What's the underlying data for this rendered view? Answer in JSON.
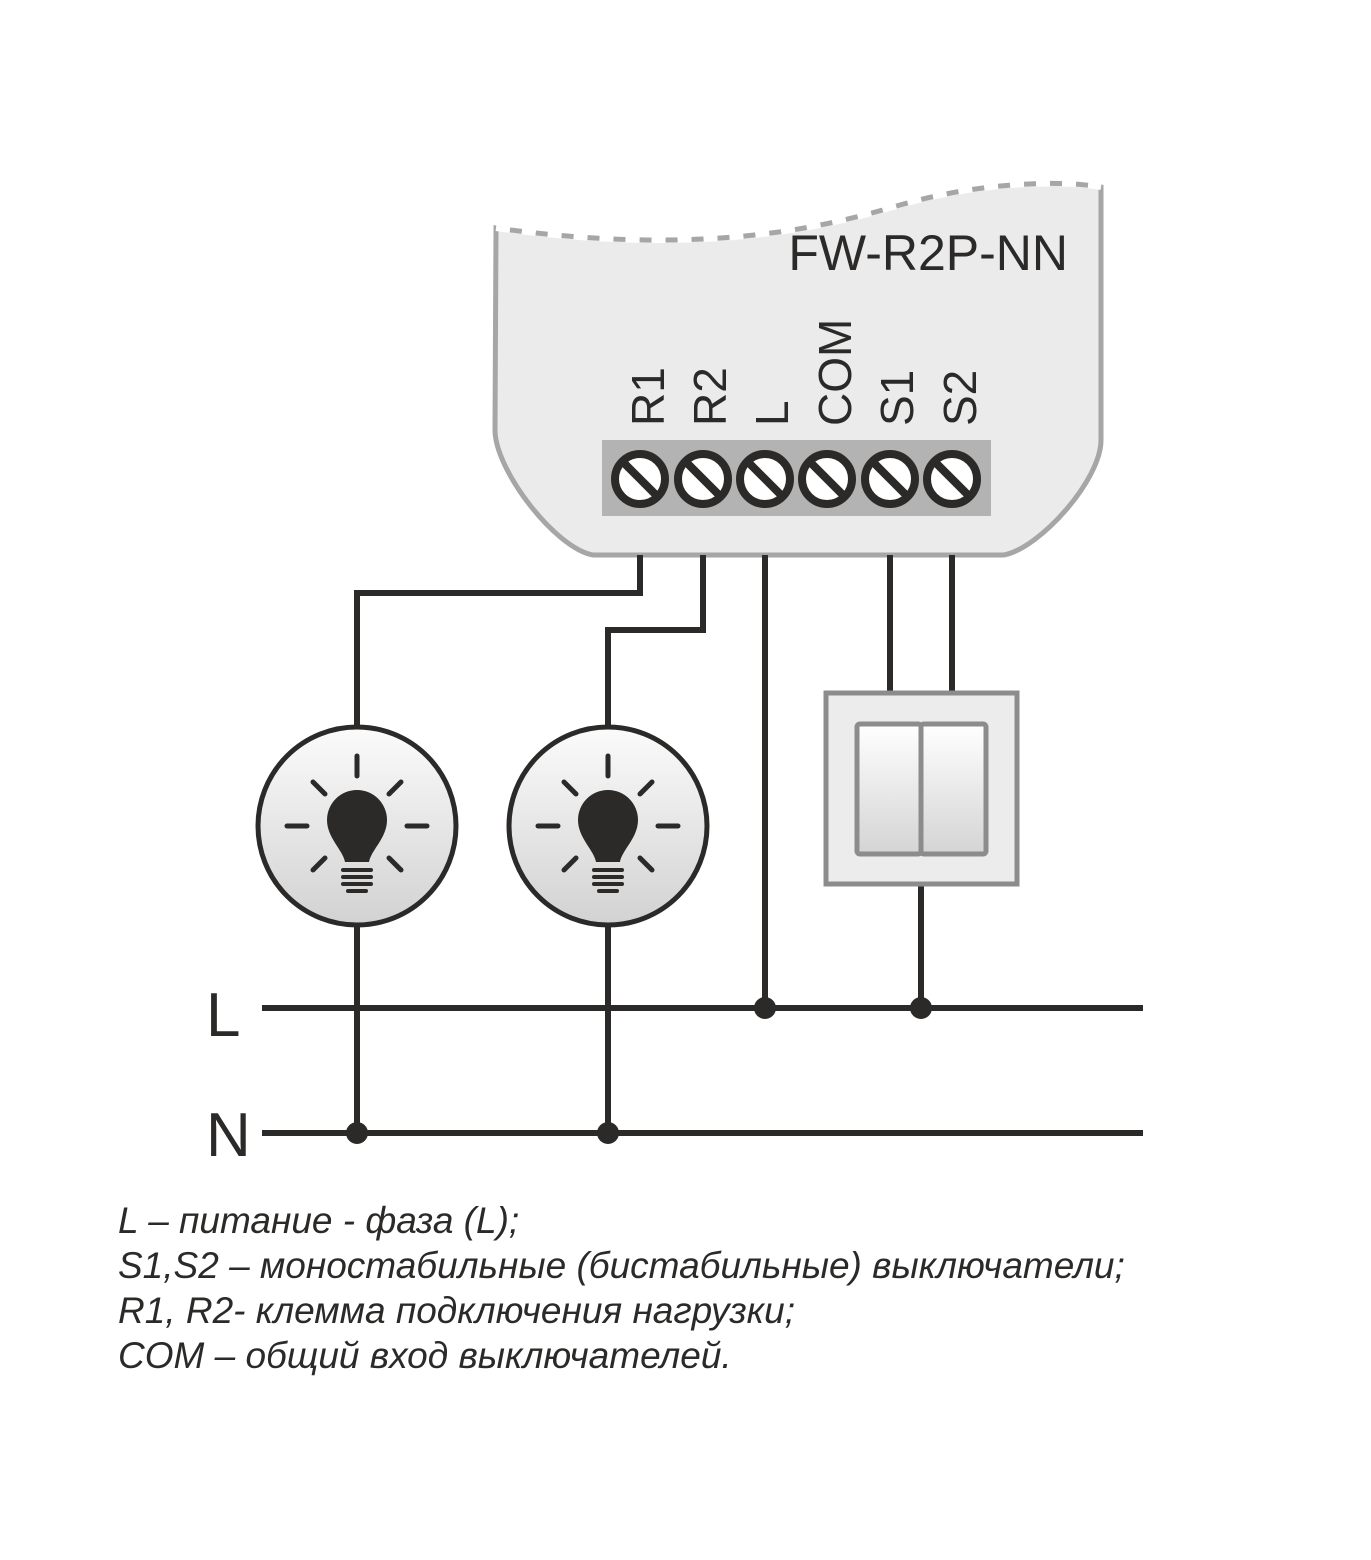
{
  "device": {
    "model": "FW-R2P-NN",
    "terminals": [
      "R1",
      "R2",
      "L",
      "COM",
      "S1",
      "S2"
    ]
  },
  "lines": {
    "phase": "L",
    "neutral": "N"
  },
  "legend": [
    "L – питание - фаза (L);",
    "S1,S2 – моностабильные (бистабильные) выключатели;",
    "R1, R2- клемма подключения нагрузки;",
    "COM – общий вход выключателей."
  ],
  "colors": {
    "wire": "#2b2a29",
    "device_body": "#ebebeb",
    "terminal_block": "#b3b3b3",
    "dashed_edge": "#a6a6a6"
  },
  "icons": [
    "light-bulb-icon",
    "light-bulb-icon",
    "double-switch-icon"
  ]
}
